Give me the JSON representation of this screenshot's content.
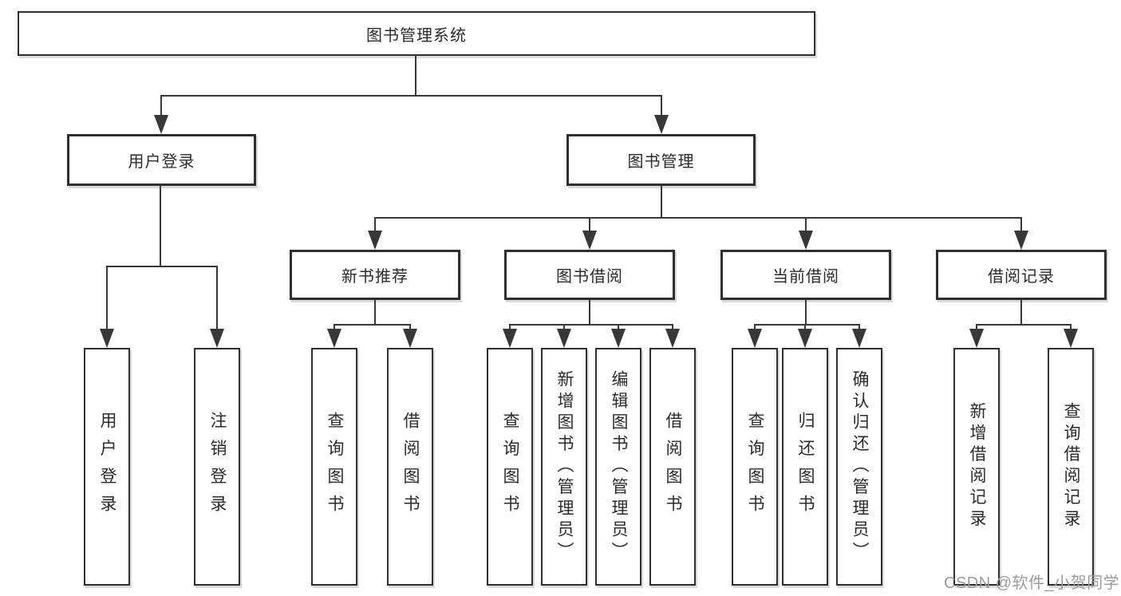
{
  "diagram": {
    "root": {
      "label": "图书管理系统"
    },
    "level2": [
      {
        "label": "用户登录"
      },
      {
        "label": "图书管理"
      }
    ],
    "level3": [
      {
        "label": "新书推荐",
        "parent": "图书管理"
      },
      {
        "label": "图书借阅",
        "parent": "图书管理"
      },
      {
        "label": "当前借阅",
        "parent": "图书管理"
      },
      {
        "label": "借阅记录",
        "parent": "图书管理"
      }
    ],
    "leaves": [
      {
        "label": "用户登录",
        "parent": "用户登录"
      },
      {
        "label": "注销登录",
        "parent": "用户登录"
      },
      {
        "label": "查询图书",
        "parent": "新书推荐"
      },
      {
        "label": "借阅图书",
        "parent": "新书推荐"
      },
      {
        "label": "查询图书",
        "parent": "图书借阅"
      },
      {
        "label": "新增图书（管理员）",
        "parent": "图书借阅"
      },
      {
        "label": "编辑图书（管理员）",
        "parent": "图书借阅"
      },
      {
        "label": "借阅图书",
        "parent": "图书借阅"
      },
      {
        "label": "查询图书",
        "parent": "当前借阅"
      },
      {
        "label": "归还图书",
        "parent": "当前借阅"
      },
      {
        "label": "确认归还（管理员）",
        "parent": "当前借阅"
      },
      {
        "label": "新增借阅记录",
        "parent": "借阅记录"
      },
      {
        "label": "查询借阅记录",
        "parent": "借阅记录"
      }
    ],
    "colors": {
      "line": "#383838",
      "box_border": "#2f2f2f",
      "text": "#2b2b2b",
      "background": "#ffffff",
      "watermark": "#9c9c9c"
    }
  },
  "watermark": {
    "text": "CSDN @软件_小贺同学"
  }
}
